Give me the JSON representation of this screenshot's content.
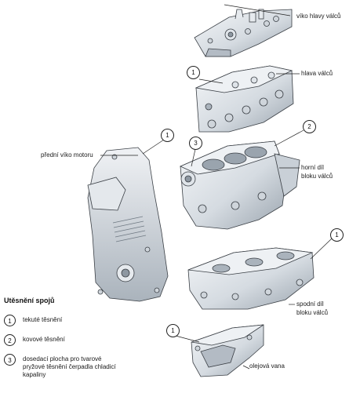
{
  "parts": {
    "cylinder_head_cover": "víko hlavy válců",
    "cylinder_head": "hlava válců",
    "front_engine_cover": "přední víko motoru",
    "upper_block": [
      "horní díl",
      "bloku válců"
    ],
    "lower_block": [
      "spodní díl",
      "bloku válců"
    ],
    "oil_pan": "olejová vana"
  },
  "callouts": [
    "1",
    "1",
    "3",
    "2",
    "1",
    "1"
  ],
  "legend": {
    "title": "Utěsnění spojů",
    "items": [
      {
        "num": "1",
        "text": "tekuté těsnění"
      },
      {
        "num": "2",
        "text": "kovové těsnění"
      },
      {
        "num": "3",
        "text": "dosedací plocha pro tvarové pryžové těsnění čerpadla chladicí kapaliny"
      }
    ]
  },
  "colors": {
    "metal_light": "#eef1f4",
    "metal_mid": "#c9d0d7",
    "metal_dark": "#8d97a1",
    "outline": "#3a3f45"
  }
}
